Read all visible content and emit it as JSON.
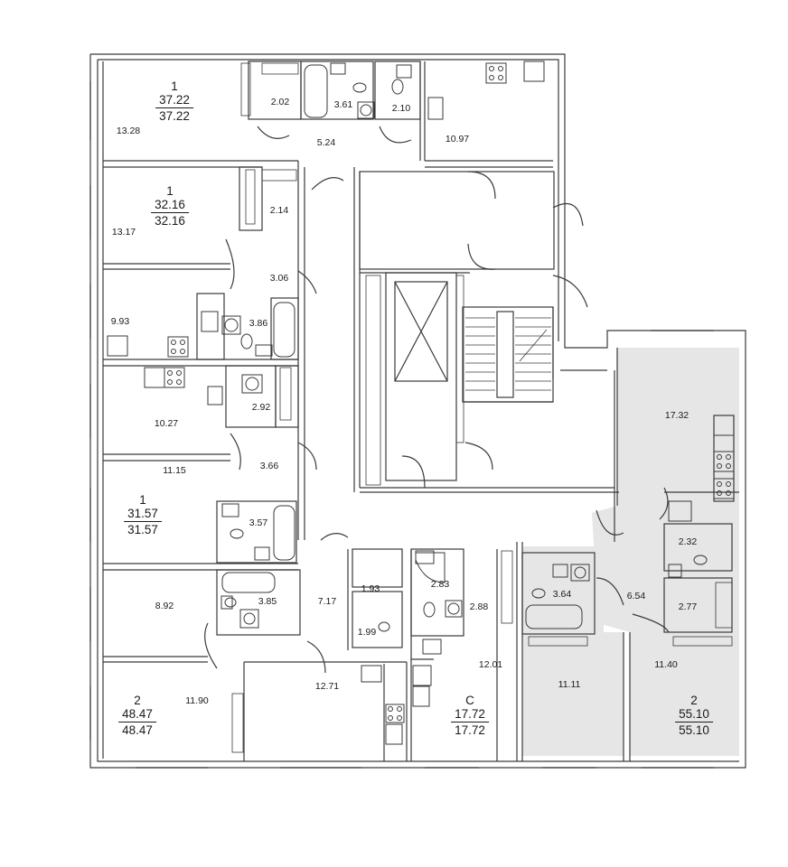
{
  "apartments": [
    {
      "rooms": "1",
      "area_total": "37.22",
      "area_living": "37.22"
    },
    {
      "rooms": "1",
      "area_total": "32.16",
      "area_living": "32.16"
    },
    {
      "rooms": "1",
      "area_total": "31.57",
      "area_living": "31.57"
    },
    {
      "rooms": "2",
      "area_total": "48.47",
      "area_living": "48.47"
    },
    {
      "rooms": "С",
      "area_total": "17.72",
      "area_living": "17.72"
    },
    {
      "rooms": "2",
      "area_total": "55.10",
      "area_living": "55.10"
    }
  ],
  "rooms": [
    {
      "area": "13.28"
    },
    {
      "area": "2.02"
    },
    {
      "area": "3.61"
    },
    {
      "area": "2.10"
    },
    {
      "area": "5.24"
    },
    {
      "area": "10.97"
    },
    {
      "area": "13.17"
    },
    {
      "area": "2.14"
    },
    {
      "area": "3.06"
    },
    {
      "area": "9.93"
    },
    {
      "area": "3.86"
    },
    {
      "area": "10.27"
    },
    {
      "area": "2.92"
    },
    {
      "area": "3.66"
    },
    {
      "area": "11.15"
    },
    {
      "area": "3.57"
    },
    {
      "area": "8.92"
    },
    {
      "area": "3.85"
    },
    {
      "area": "7.17"
    },
    {
      "area": "1.93"
    },
    {
      "area": "1.99"
    },
    {
      "area": "12.71"
    },
    {
      "area": "11.90"
    },
    {
      "area": "2.83"
    },
    {
      "area": "2.88"
    },
    {
      "area": "12.01"
    },
    {
      "area": "17.32"
    },
    {
      "area": "2.32"
    },
    {
      "area": "3.64"
    },
    {
      "area": "6.54"
    },
    {
      "area": "2.77"
    },
    {
      "area": "11.11"
    },
    {
      "area": "11.40"
    }
  ],
  "colors": {
    "wall": "#3a3a3a",
    "highlight_fill": "#e6e6e6",
    "text": "#1a1a1a"
  },
  "icons": [
    "stove-icon",
    "sink-icon",
    "toilet-icon",
    "bathtub-icon",
    "shower-icon",
    "washing-machine-icon",
    "fridge-icon",
    "radiator-icon",
    "elevator-icon",
    "stairs-icon"
  ]
}
